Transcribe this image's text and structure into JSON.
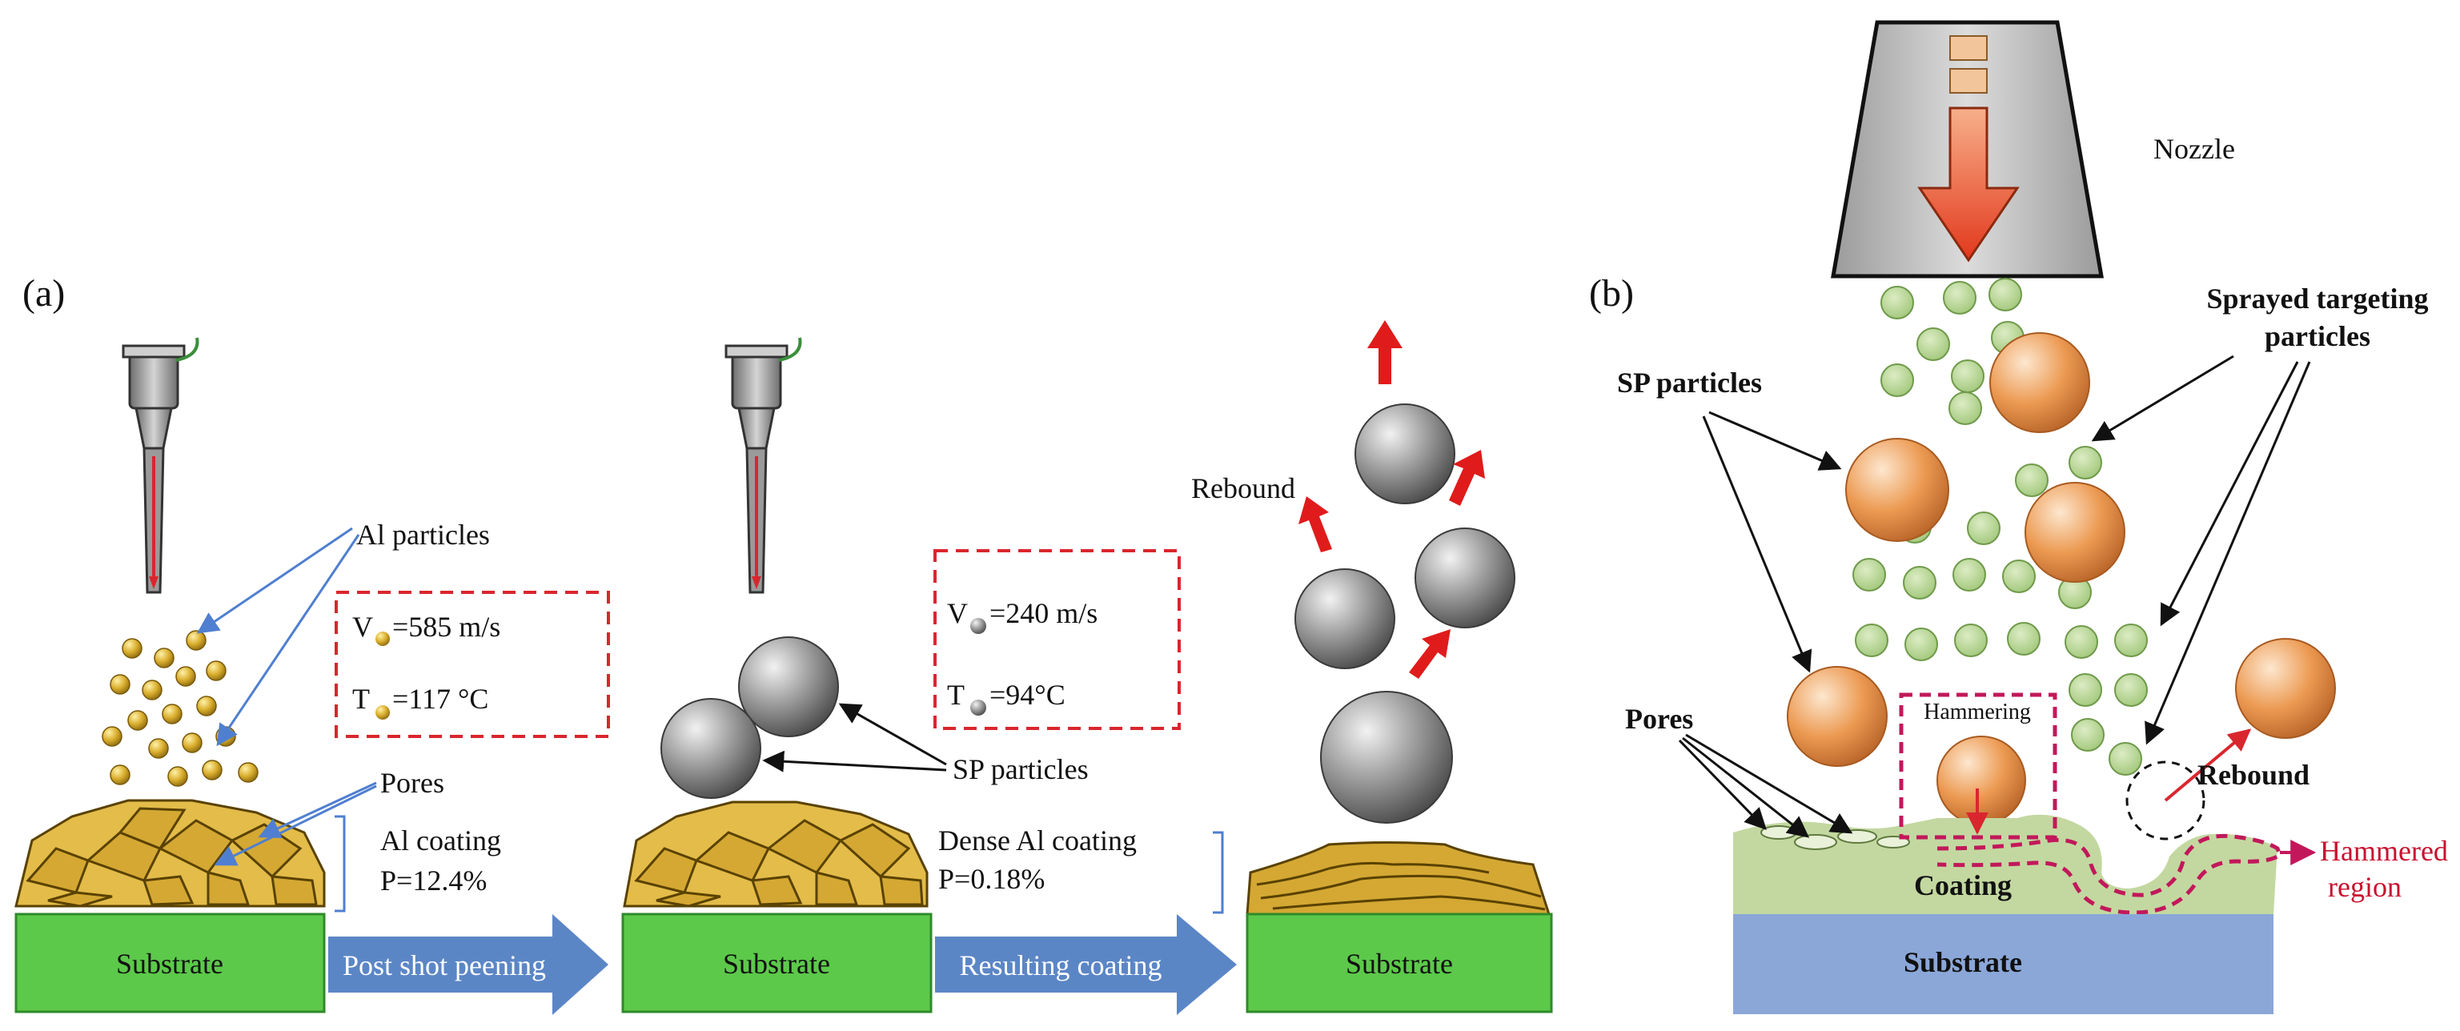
{
  "panel_a": {
    "label": "(a)",
    "al_particles": "Al particles",
    "v_sym": "V",
    "v_value": "=585 m/s",
    "t_sym": "T",
    "t_value": "=117 °C",
    "pores": "Pores",
    "coating": "Al coating",
    "porosity": "P=12.4%",
    "substrate_1": "Substrate",
    "arrow_1": "Post shot peening",
    "v2_sym": "V",
    "v2_value": "=240 m/s",
    "t2_sym": "T",
    "t2_value": "=94°C",
    "sp_particles": "SP particles",
    "substrate_2": "Substrate",
    "dense_coating": "Dense Al coating",
    "porosity_2": "P=0.18%",
    "arrow_2": "Resulting coating",
    "rebound": "Rebound",
    "substrate_3": "Substrate"
  },
  "panel_b": {
    "label": "(b)",
    "nozzle": "Nozzle",
    "sprayed_line1": "Sprayed targeting",
    "sprayed_line2": "particles",
    "sp_particles": "SP particles",
    "pores": "Pores",
    "hammering": "Hammering",
    "rebound": "Rebound",
    "coating": "Coating",
    "hammered_line1": "Hammered",
    "hammered_line2": "region",
    "substrate": "Substrate"
  },
  "colors": {
    "substrate_green": "#5cc94a",
    "arrow_blue": "#5b86c6",
    "al_gold": "#d4a833",
    "sp_gray": "#9a9a9a",
    "sp_orange": "#e8944a",
    "small_green": "#a8cc7f",
    "coating_green": "#c3d8a0",
    "substrate_blue": "#8aa7d8",
    "dashed_red": "#d9262e",
    "hammered_magenta": "#c2185b"
  }
}
